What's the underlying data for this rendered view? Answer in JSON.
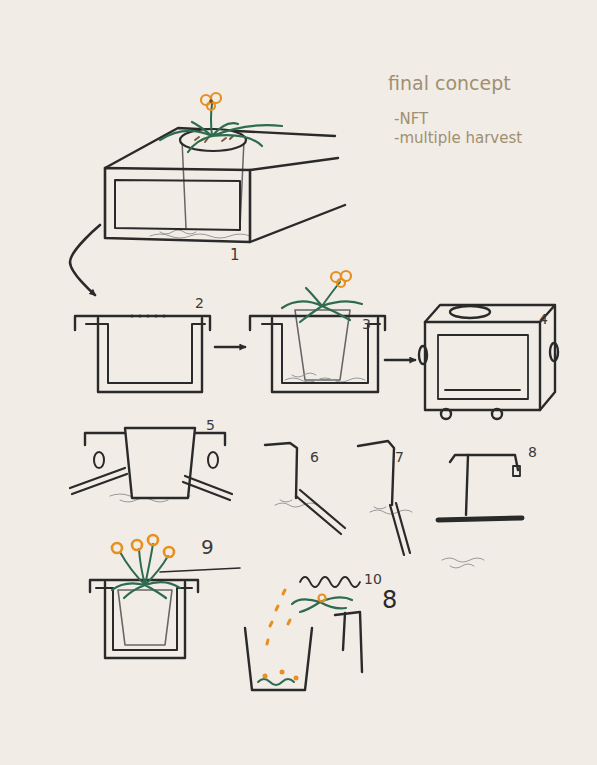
{
  "diagram": {
    "title": "final concept",
    "nodes": [
      {
        "text": [
          "1"
        ]
      },
      {
        "text": [
          "2"
        ]
      },
      {
        "text": [
          "3"
        ]
      },
      {
        "text": [
          "4"
        ]
      },
      {
        "text": [
          "5"
        ]
      },
      {
        "text": [
          "6"
        ]
      },
      {
        "text": [
          "7"
        ]
      },
      {
        "text": [
          "8"
        ]
      },
      {
        "text": [
          "9"
        ]
      },
      {
        "text": [
          "10"
        ]
      }
    ],
    "edges": [
      {
        "from": 0,
        "to": 1,
        "arrow": "to"
      },
      {
        "from": 1,
        "to": 2,
        "arrow": "to"
      },
      {
        "from": 2,
        "to": 3,
        "arrow": "to"
      }
    ],
    "labels": [
      "-NFT",
      "-multiple harvest",
      "8"
    ]
  }
}
